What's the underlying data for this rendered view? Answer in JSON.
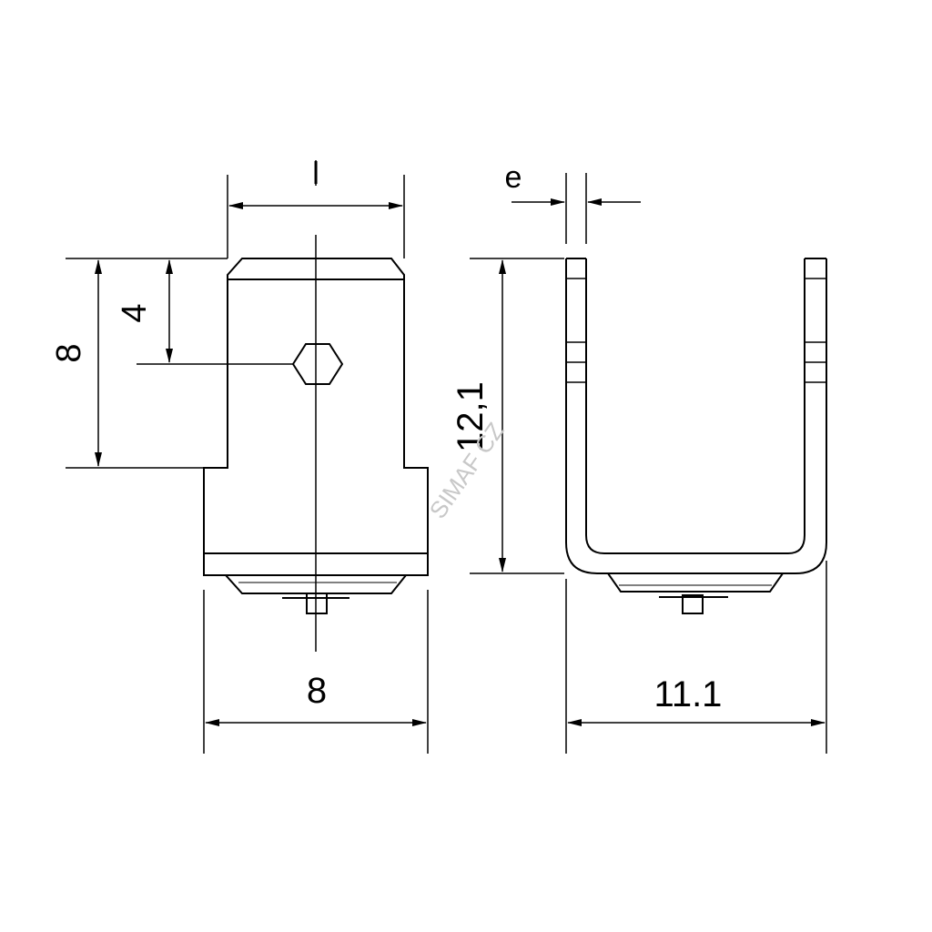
{
  "drawing": {
    "front_view": {
      "dim_top_label": "l",
      "dim_left_outer_label": "8",
      "dim_left_inner_label": "4",
      "dim_bottom_label": "8"
    },
    "side_view": {
      "dim_top_label": "e",
      "dim_height_label": "12,1",
      "dim_bottom_label": "11.1"
    },
    "watermark": "SIMAF CZ"
  }
}
